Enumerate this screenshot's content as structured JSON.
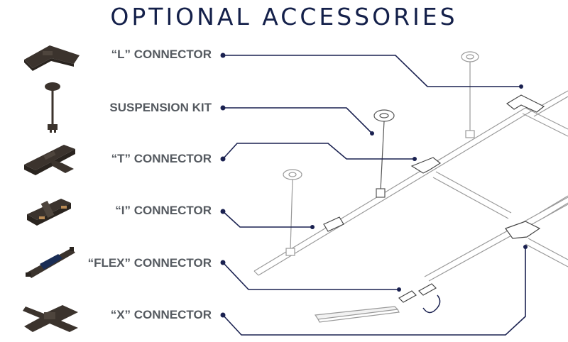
{
  "title": "OPTIONAL ACCESSORIES",
  "accessories": [
    {
      "label": "“L” CONNECTOR",
      "icon": "l-connector-icon"
    },
    {
      "label": "SUSPENSION KIT",
      "icon": "suspension-kit-icon"
    },
    {
      "label": "“T” CONNECTOR",
      "icon": "t-connector-icon"
    },
    {
      "label": "“I” CONNECTOR",
      "icon": "i-connector-icon"
    },
    {
      "label": "“FLEX” CONNECTOR",
      "icon": "flex-connector-icon"
    },
    {
      "label": "“X” CONNECTOR",
      "icon": "x-connector-icon"
    }
  ],
  "colors": {
    "title": "#14204a",
    "label": "#555a60",
    "leader": "#1a2150",
    "part": "#3b332d",
    "track": "#9a9a9a"
  }
}
